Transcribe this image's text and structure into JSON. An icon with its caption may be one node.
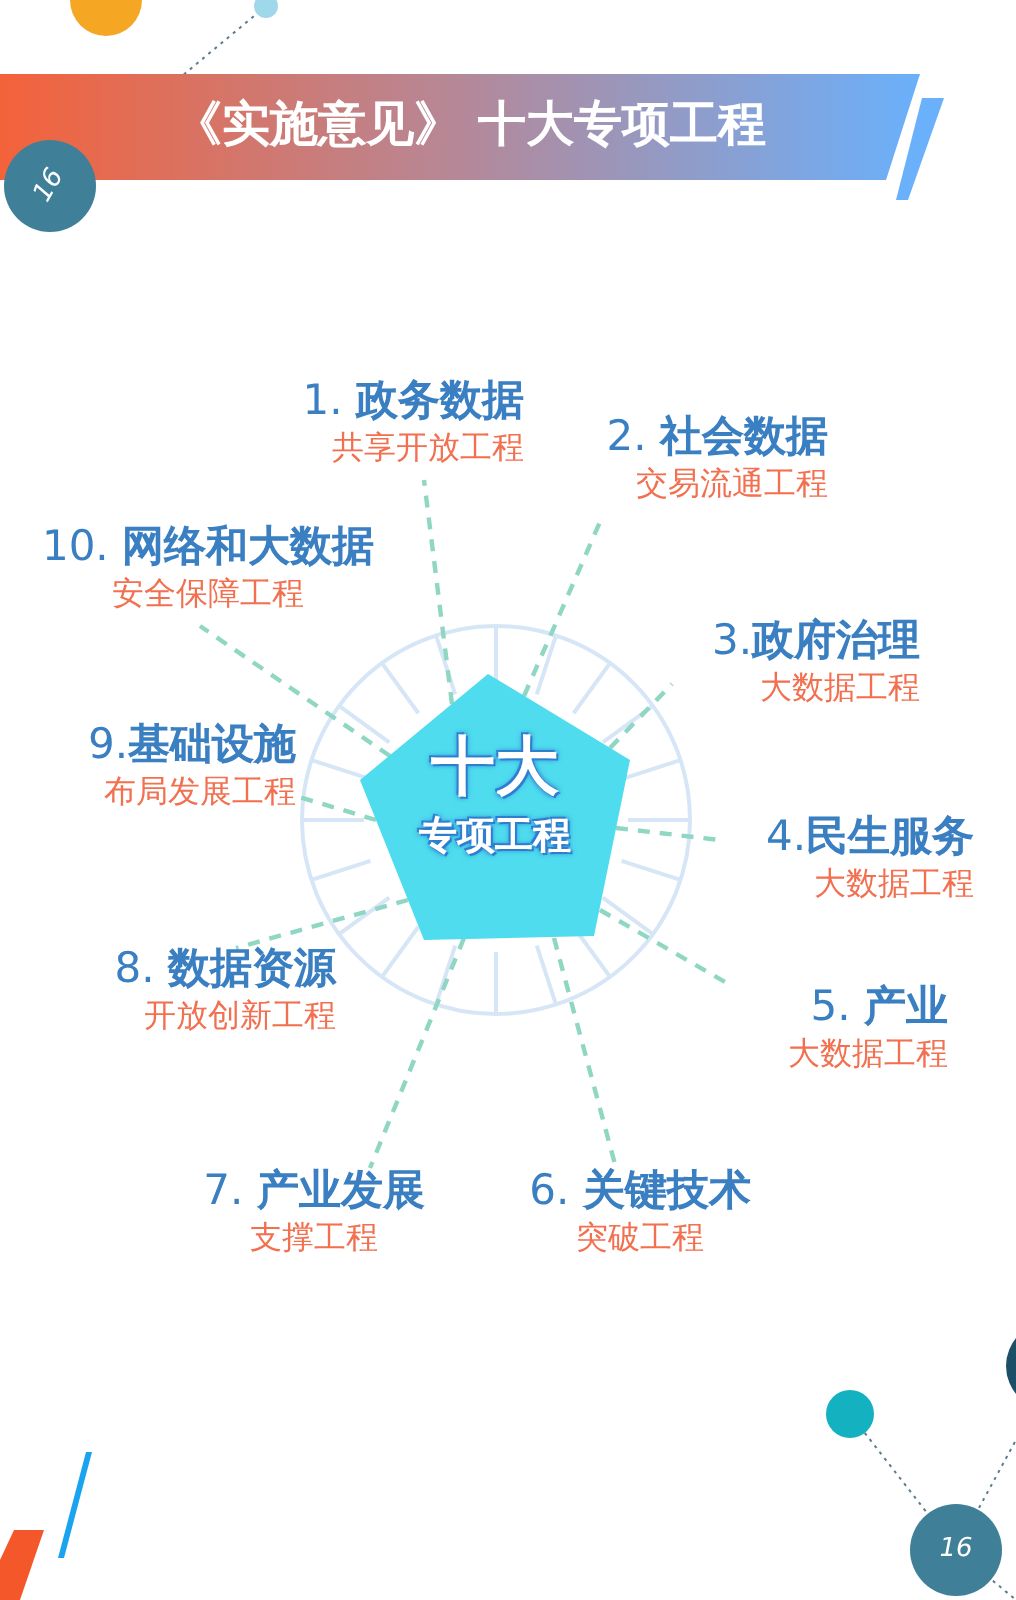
{
  "diagram": {
    "title": "《实施意见》 十大专项工程",
    "nodes": [
      {
        "text": [
          "十大",
          "专项工程"
        ]
      },
      {
        "text": [
          "1. **政务数据**",
          "共享开放工程"
        ]
      },
      {
        "text": [
          "2. **社会数据**",
          "交易流通工程"
        ]
      },
      {
        "text": [
          "3.**政府治理**",
          "大数据工程"
        ]
      },
      {
        "text": [
          "4.**民生服务**",
          "大数据工程"
        ]
      },
      {
        "text": [
          "5. **产业**",
          "大数据工程"
        ]
      },
      {
        "text": [
          "6. **关键技术**",
          "突破工程"
        ]
      },
      {
        "text": [
          "7. **产业发展**",
          "支撑工程"
        ]
      },
      {
        "text": [
          "8. **数据资源**",
          "开放创新工程"
        ]
      },
      {
        "text": [
          "9.**基础设施**",
          "布局发展工程"
        ]
      },
      {
        "text": [
          "10. **网络和大数据**",
          "安全保障工程"
        ]
      }
    ],
    "edges": [
      {
        "from": 0,
        "to": 1,
        "arrow": "none"
      },
      {
        "from": 0,
        "to": 2,
        "arrow": "none"
      },
      {
        "from": 0,
        "to": 3,
        "arrow": "none"
      },
      {
        "from": 0,
        "to": 4,
        "arrow": "none"
      },
      {
        "from": 0,
        "to": 5,
        "arrow": "none"
      },
      {
        "from": 0,
        "to": 6,
        "arrow": "none"
      },
      {
        "from": 0,
        "to": 7,
        "arrow": "none"
      },
      {
        "from": 0,
        "to": 8,
        "arrow": "none"
      },
      {
        "from": 0,
        "to": 9,
        "arrow": "none"
      },
      {
        "from": 0,
        "to": 10,
        "arrow": "none"
      }
    ],
    "labels": [
      "16",
      "16"
    ]
  }
}
